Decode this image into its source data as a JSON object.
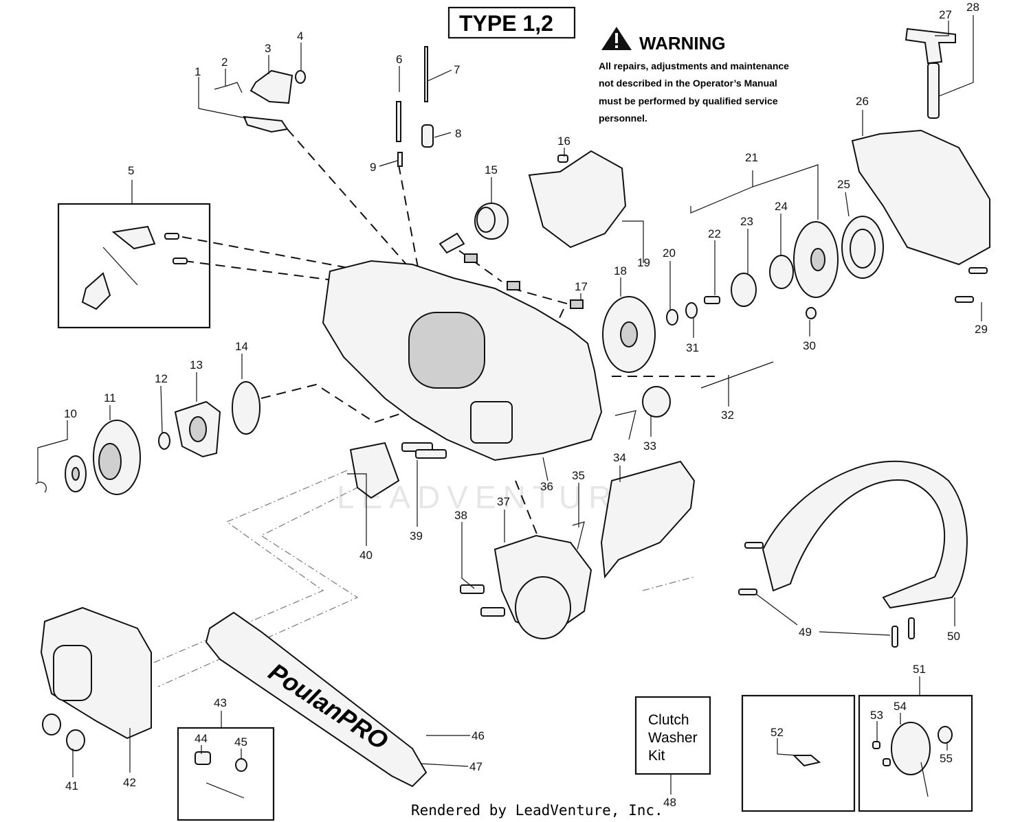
{
  "header": {
    "type_label": "TYPE 1,2"
  },
  "warning": {
    "title": "WARNING",
    "lines": [
      "All repairs, adjustments and maintenance",
      "not described in the Operator’s Manual",
      "must be performed by qualified  service",
      "personnel."
    ]
  },
  "bar_brand": "PoulanPRO",
  "watermark": "LEADVENTURE",
  "kit_box": {
    "lines": [
      "Clutch",
      "Washer",
      "Kit"
    ]
  },
  "footer": "Rendered by LeadVenture, Inc.",
  "callouts": [
    "1",
    "2",
    "3",
    "4",
    "5",
    "6",
    "7",
    "8",
    "9",
    "10",
    "11",
    "12",
    "13",
    "14",
    "15",
    "16",
    "17",
    "18",
    "19",
    "20",
    "21",
    "22",
    "23",
    "24",
    "25",
    "26",
    "27",
    "28",
    "29",
    "30",
    "31",
    "32",
    "33",
    "34",
    "35",
    "36",
    "37",
    "38",
    "39",
    "40",
    "41",
    "42",
    "43",
    "44",
    "45",
    "46",
    "47",
    "48",
    "49",
    "50",
    "51",
    "52",
    "53",
    "54",
    "55"
  ]
}
